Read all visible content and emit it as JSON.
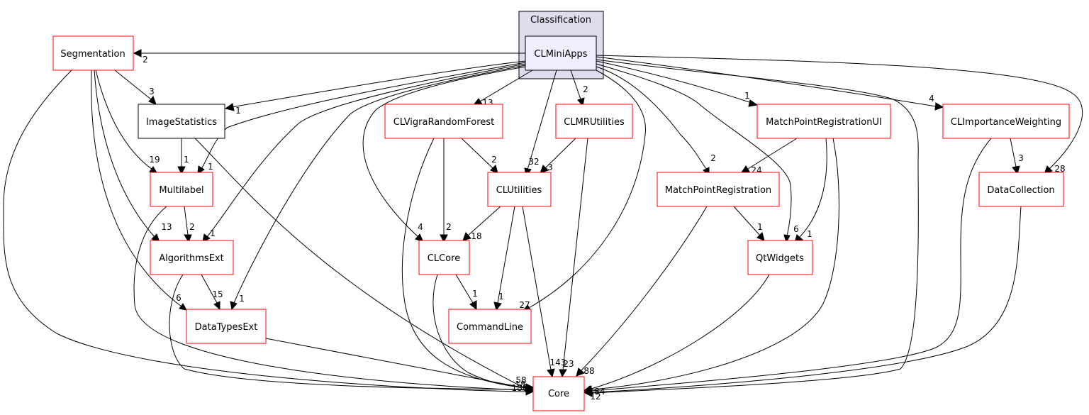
{
  "cluster": {
    "label": "Classification"
  },
  "nodes": {
    "clminiapps": "CLMiniApps",
    "segmentation": "Segmentation",
    "imagestatistics": "ImageStatistics",
    "multilabel": "Multilabel",
    "algorithmsext": "AlgorithmsExt",
    "datatypesext": "DataTypesExt",
    "clvigrarandomforest": "CLVigraRandomForest",
    "clmrutilities": "CLMRUtilities",
    "clutilities": "CLUtilities",
    "clcore": "CLCore",
    "commandline": "CommandLine",
    "matchpointregistrationui": "MatchPointRegistrationUI",
    "matchpointregistration": "MatchPointRegistration",
    "qtwidgets": "QtWidgets",
    "climportanceweighting": "CLImportanceWeighting",
    "datacollection": "DataCollection",
    "core": "Core"
  },
  "edges": {
    "clminiapps_segmentation": "2",
    "clminiapps_imagestatistics": "1",
    "clminiapps_multilabel": "1",
    "clminiapps_algorithmsext": "1",
    "clminiapps_datatypesext": "1",
    "clminiapps_clvigrarandomforest": "13",
    "clminiapps_clcore": "4",
    "clminiapps_clutilities": "32",
    "clminiapps_clmrutilities": "2",
    "clminiapps_commandline": "27",
    "clminiapps_matchpointregistration": "2",
    "clminiapps_qtwidgets": "6",
    "clminiapps_matchpointregistrationui": "1",
    "clminiapps_climportanceweighting": "4",
    "clminiapps_datacollection": "28",
    "segmentation_imagestatistics": "3",
    "segmentation_multilabel": "19",
    "segmentation_algorithmsext": "13",
    "imagestatistics_multilabel": "1",
    "multilabel_algorithmsext": "2",
    "algorithmsext_datatypesext": "15",
    "algorithmsext_core": "6",
    "clvigrarandomforest_clutilities": "2",
    "clvigrarandomforest_clcore": "2",
    "clmrutilities_clutilities": "3",
    "clmrutilities_core": "23",
    "clutilities_clcore": "18",
    "clutilities_commandline": "1",
    "clutilities_core": "143",
    "clcore_commandline": "1",
    "matchpointregistrationui_matchpointregistration": "24",
    "matchpointregistrationui_qtwidgets": "1",
    "matchpointregistration_qtwidgets": "1",
    "matchpointregistration_core": "88",
    "climportanceweighting_datacollection": "3",
    "core_left_a": "58",
    "core_left_b": "18",
    "core_left_c": "188",
    "core_right_a": "184",
    "core_right_b": "12"
  }
}
